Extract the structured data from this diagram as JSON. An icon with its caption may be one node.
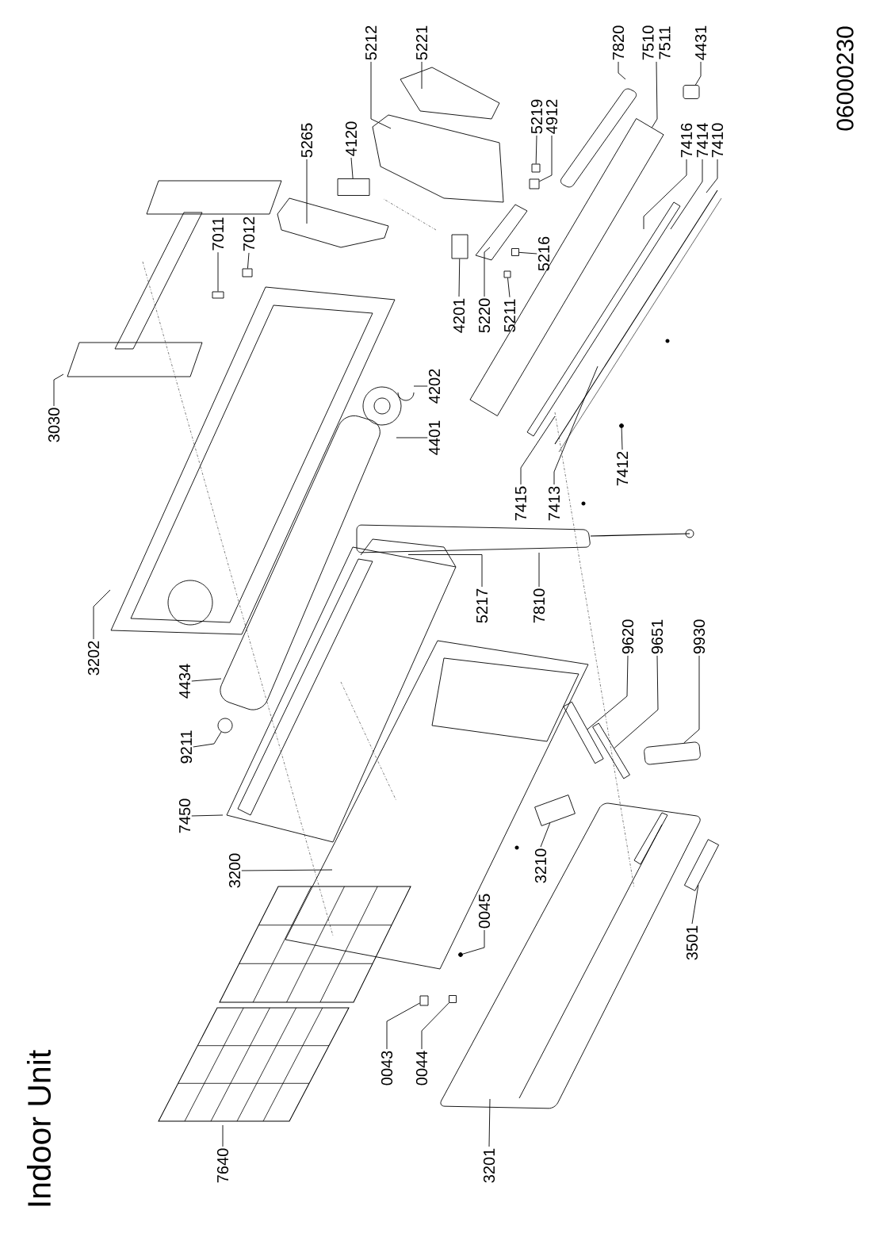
{
  "diagram": {
    "title": "Indoor Unit",
    "nodes": [
      {
        "text": [
          "3030"
        ]
      },
      {
        "text": [
          "7011"
        ]
      },
      {
        "text": [
          "7012"
        ]
      },
      {
        "text": [
          "5265"
        ]
      },
      {
        "text": [
          "4120"
        ]
      },
      {
        "text": [
          "5212"
        ]
      },
      {
        "text": [
          "5221"
        ]
      },
      {
        "text": [
          "5219"
        ]
      },
      {
        "text": [
          "4912"
        ]
      },
      {
        "text": [
          "7820"
        ]
      },
      {
        "text": [
          "7510",
          "7511"
        ]
      },
      {
        "text": [
          "4431"
        ]
      },
      {
        "text": [
          "7416"
        ]
      },
      {
        "text": [
          "7414"
        ]
      },
      {
        "text": [
          "7410"
        ]
      },
      {
        "text": [
          "4201"
        ]
      },
      {
        "text": [
          "5220"
        ]
      },
      {
        "text": [
          "5211"
        ]
      },
      {
        "text": [
          "5216"
        ]
      },
      {
        "text": [
          "4202"
        ]
      },
      {
        "text": [
          "4401"
        ]
      },
      {
        "text": [
          "3202"
        ]
      },
      {
        "text": [
          "4434"
        ]
      },
      {
        "text": [
          "9211"
        ]
      },
      {
        "text": [
          "7450"
        ]
      },
      {
        "text": [
          "5217"
        ]
      },
      {
        "text": [
          "7810"
        ]
      },
      {
        "text": [
          "7415"
        ]
      },
      {
        "text": [
          "7413"
        ]
      },
      {
        "text": [
          "7412"
        ]
      },
      {
        "text": [
          "9620"
        ]
      },
      {
        "text": [
          "9651"
        ]
      },
      {
        "text": [
          "9930"
        ]
      },
      {
        "text": [
          "3200"
        ]
      },
      {
        "text": [
          "7640"
        ]
      },
      {
        "text": [
          "0043"
        ]
      },
      {
        "text": [
          "0044"
        ]
      },
      {
        "text": [
          "3210"
        ]
      },
      {
        "text": [
          "0045"
        ]
      },
      {
        "text": [
          "3201"
        ]
      },
      {
        "text": [
          "3501"
        ]
      },
      {
        "text": [],
        "shape": "box"
      },
      {
        "text": [],
        "shape": "box"
      },
      {
        "text": [],
        "shape": "box"
      },
      {
        "text": [],
        "shape": "box"
      },
      {
        "text": [],
        "shape": "box"
      },
      {
        "text": [],
        "shape": "bar"
      },
      {
        "text": [],
        "shape": "box"
      },
      {
        "text": [],
        "shape": "box"
      },
      {
        "text": [],
        "shape": "box"
      },
      {
        "text": [],
        "shape": "box"
      },
      {
        "text": [],
        "shape": "circle"
      },
      {
        "text": [],
        "shape": "circle"
      },
      {
        "text": [],
        "shape": "bar"
      },
      {
        "text": [],
        "shape": "bar"
      },
      {
        "text": [],
        "shape": "box"
      },
      {
        "text": [],
        "shape": "box"
      },
      {
        "text": [],
        "shape": "box"
      },
      {
        "text": [],
        "shape": "box"
      },
      {
        "text": [],
        "shape": "circle"
      },
      {
        "text": [],
        "shape": "bar"
      }
    ],
    "edges": [
      {
        "from": 0,
        "to": null,
        "arrow": "none"
      },
      {
        "from": 1,
        "to": 41,
        "arrow": "none"
      },
      {
        "from": 2,
        "to": 42,
        "arrow": "none"
      },
      {
        "from": 3,
        "to": null,
        "arrow": "none"
      },
      {
        "from": 4,
        "to": 43,
        "arrow": "none"
      },
      {
        "from": 5,
        "to": null,
        "arrow": "none"
      },
      {
        "from": 6,
        "to": null,
        "arrow": "none"
      },
      {
        "from": 7,
        "to": 44,
        "arrow": "none"
      },
      {
        "from": 8,
        "to": 45,
        "arrow": "none"
      },
      {
        "from": 9,
        "to": null,
        "arrow": "none"
      },
      {
        "from": 10,
        "to": 46,
        "arrow": "none"
      },
      {
        "from": 11,
        "to": 47,
        "arrow": "none"
      },
      {
        "from": 12,
        "to": null,
        "arrow": "none"
      },
      {
        "from": 13,
        "to": null,
        "arrow": "none"
      },
      {
        "from": 14,
        "to": null,
        "arrow": "none"
      },
      {
        "from": 15,
        "to": 48,
        "arrow": "none"
      },
      {
        "from": 16,
        "to": null,
        "arrow": "none"
      },
      {
        "from": 17,
        "to": 49,
        "arrow": "none"
      },
      {
        "from": 18,
        "to": 50,
        "arrow": "none"
      },
      {
        "from": 19,
        "to": null,
        "arrow": "none"
      },
      {
        "from": 20,
        "to": null,
        "arrow": "none"
      },
      {
        "from": 21,
        "to": null,
        "arrow": "none"
      },
      {
        "from": 22,
        "to": null,
        "arrow": "none"
      },
      {
        "from": 23,
        "to": 51,
        "arrow": "none"
      },
      {
        "from": 24,
        "to": null,
        "arrow": "none"
      },
      {
        "from": 25,
        "to": null,
        "arrow": "none"
      },
      {
        "from": 26,
        "to": null,
        "arrow": "none"
      },
      {
        "from": 27,
        "to": null,
        "arrow": "none"
      },
      {
        "from": 28,
        "to": null,
        "arrow": "none"
      },
      {
        "from": 29,
        "to": 52,
        "arrow": "none"
      },
      {
        "from": 30,
        "to": 53,
        "arrow": "none"
      },
      {
        "from": 31,
        "to": 54,
        "arrow": "none"
      },
      {
        "from": 32,
        "to": 55,
        "arrow": "none"
      },
      {
        "from": 33,
        "to": null,
        "arrow": "none"
      },
      {
        "from": 34,
        "to": null,
        "arrow": "none"
      },
      {
        "from": 35,
        "to": 56,
        "arrow": "none"
      },
      {
        "from": 36,
        "to": 57,
        "arrow": "none"
      },
      {
        "from": 37,
        "to": 58,
        "arrow": "none"
      },
      {
        "from": 38,
        "to": 59,
        "arrow": "none"
      },
      {
        "from": 39,
        "to": null,
        "arrow": "none"
      },
      {
        "from": 40,
        "to": 60,
        "arrow": "none"
      }
    ],
    "labels": [
      "06000230"
    ]
  }
}
